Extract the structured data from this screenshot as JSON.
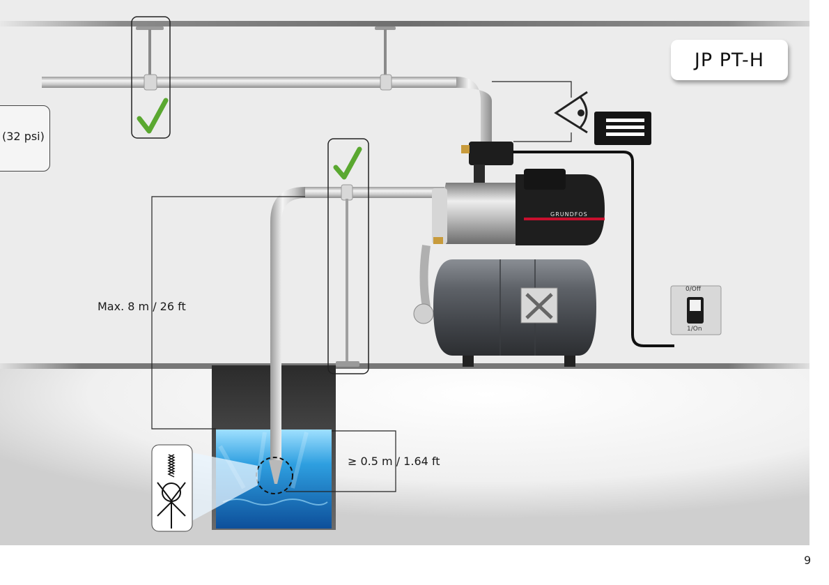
{
  "model_label": "JP PT-H",
  "pressure_note": "(32 psi)",
  "max_suction_height": "Max. 8 m / 26 ft",
  "min_immersion_depth": "≥ 0.5 m / 1.64 ft",
  "switch": {
    "off_label": "0/Off",
    "on_label": "1/On"
  },
  "brand": "GRUNDFOS",
  "page_number": "9",
  "colors": {
    "check_green": "#5aa830",
    "water_blue": "#2a8fd0",
    "tank_grey": "#5c6066",
    "accent_red": "#c8102e"
  }
}
